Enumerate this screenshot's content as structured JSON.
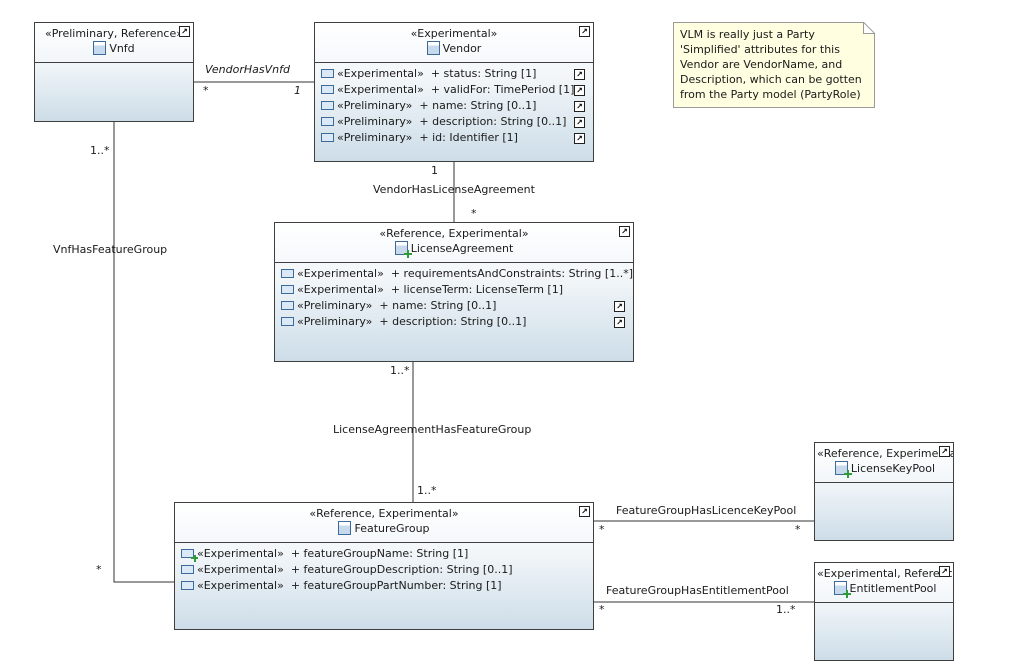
{
  "classes": {
    "vnfd": {
      "stereotype": "«Preliminary, Reference»",
      "name": "Vnfd",
      "attributes": []
    },
    "vendor": {
      "stereotype": "«Experimental»",
      "name": "Vendor",
      "attributes": [
        {
          "stereo": "«Experimental»",
          "text": "+ status: String [1]"
        },
        {
          "stereo": "«Experimental»",
          "text": "+ validFor: TimePeriod [1]"
        },
        {
          "stereo": "«Preliminary»",
          "text": "+ name: String [0..1]"
        },
        {
          "stereo": "«Preliminary»",
          "text": "+ description: String [0..1]"
        },
        {
          "stereo": "«Preliminary»",
          "text": "+ id: Identifier [1]"
        }
      ]
    },
    "license_agreement": {
      "stereotype": "«Reference, Experimental»",
      "name": "LicenseAgreement",
      "attributes": [
        {
          "stereo": "«Experimental»",
          "text": "+ requirementsAndConstraints: String [1..*]"
        },
        {
          "stereo": "«Experimental»",
          "text": "+ licenseTerm: LicenseTerm [1]"
        },
        {
          "stereo": "«Preliminary»",
          "text": "+ name: String [0..1]"
        },
        {
          "stereo": "«Preliminary»",
          "text": "+ description: String [0..1]"
        }
      ]
    },
    "feature_group": {
      "stereotype": "«Reference, Experimental»",
      "name": "FeatureGroup",
      "attributes": [
        {
          "stereo": "«Experimental»",
          "text": "+ featureGroupName: String [1]"
        },
        {
          "stereo": "«Experimental»",
          "text": "+ featureGroupDescription: String [0..1]"
        },
        {
          "stereo": "«Experimental»",
          "text": "+ featureGroupPartNumber: String [1]"
        }
      ]
    },
    "license_key_pool": {
      "stereotype": "«Reference, Experimental»",
      "name": "LicenseKeyPool"
    },
    "entitlement_pool": {
      "stereotype": "«Experimental, Reference»",
      "name": "EntitlementPool"
    }
  },
  "note": {
    "lines": [
      "VLM is really just a Party",
      "'Simplified' attributes for this",
      "Vendor are VendorName, and",
      "Description, which can be gotten",
      "from the Party model (PartyRole)"
    ]
  },
  "associations": {
    "vendor_has_vnfd": {
      "name": "VendorHasVnfd",
      "mult_vnfd": "*",
      "mult_vendor": "1"
    },
    "vendor_has_license_agreement": {
      "name": "VendorHasLicenseAgreement",
      "mult_vendor": "1",
      "mult_license": "*"
    },
    "vnf_has_feature_group": {
      "name": "VnfHasFeatureGroup",
      "mult_vnfd": "1..*",
      "mult_fg": "*"
    },
    "license_agreement_has_feature_group": {
      "name": "LicenseAgreementHasFeatureGroup",
      "mult_license": "1..*",
      "mult_fg": "1..*"
    },
    "feature_group_has_licence_key_pool": {
      "name": "FeatureGroupHasLicenceKeyPool",
      "mult_fg": "*",
      "mult_pool": "*"
    },
    "feature_group_has_entitlement_pool": {
      "name": "FeatureGroupHasEntitlementPool",
      "mult_fg": "*",
      "mult_pool": "1..*"
    }
  },
  "icons": {
    "link": "link-arrow-icon",
    "attribute": "attribute-icon",
    "class": "class-icon"
  }
}
